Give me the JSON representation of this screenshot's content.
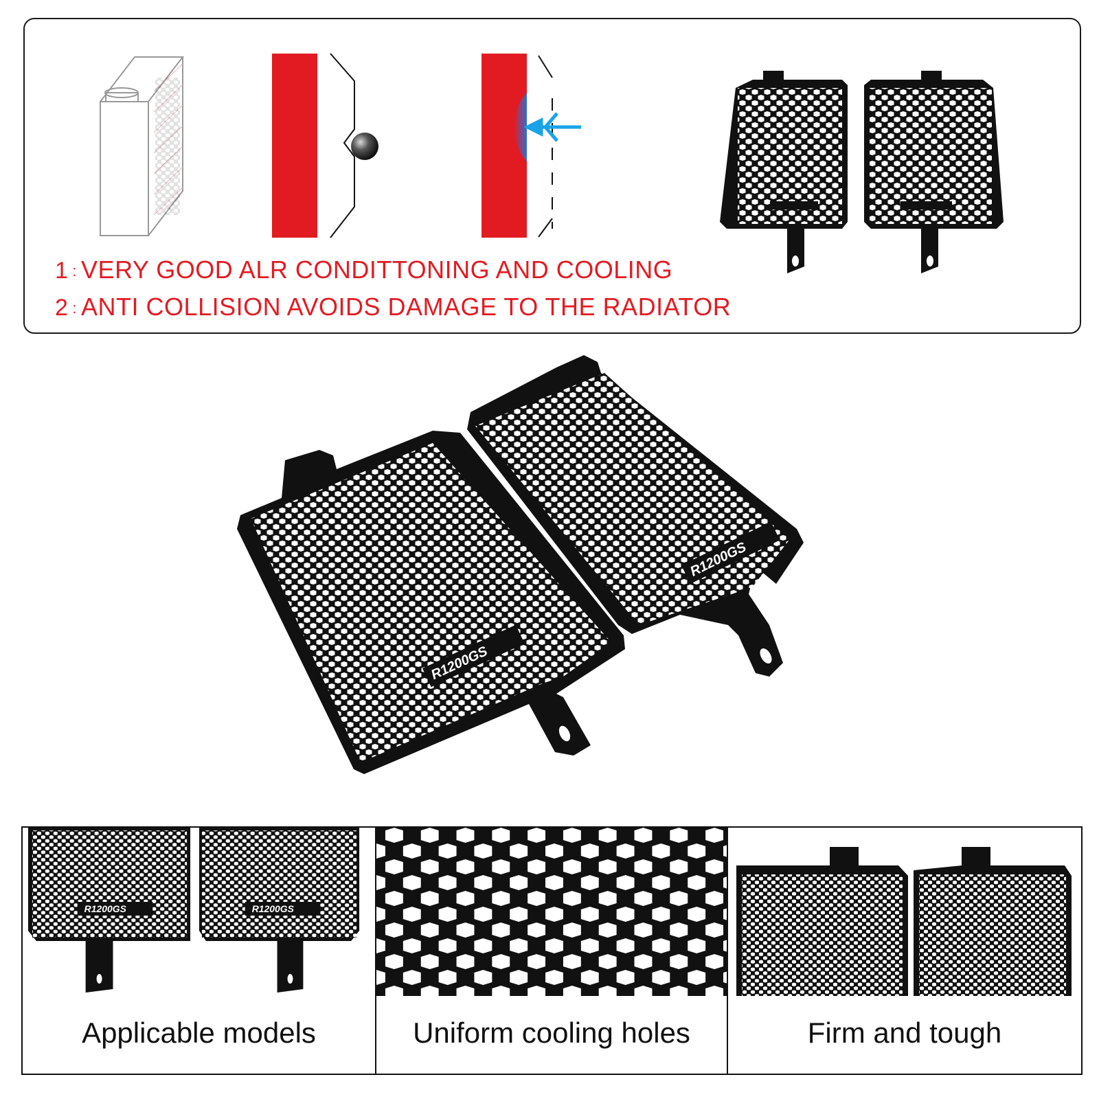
{
  "features": [
    {
      "num": "1",
      "sep": ":",
      "text": "VERY GOOD ALR CONDITTONING AND COOLING"
    },
    {
      "num": "2",
      "sep": ":",
      "text": "ANTI COLLISION AVOIDS DAMAGE TO THE RADIATOR"
    }
  ],
  "logo_text": "R1200GS",
  "panels": [
    {
      "caption": "Applicable models"
    },
    {
      "caption": "Uniform cooling holes"
    },
    {
      "caption": "Firm and tough"
    }
  ],
  "colors": {
    "accent_red": "#e21b22",
    "guard_black": "#111111",
    "airflow_blue": "#1aa3e8"
  }
}
